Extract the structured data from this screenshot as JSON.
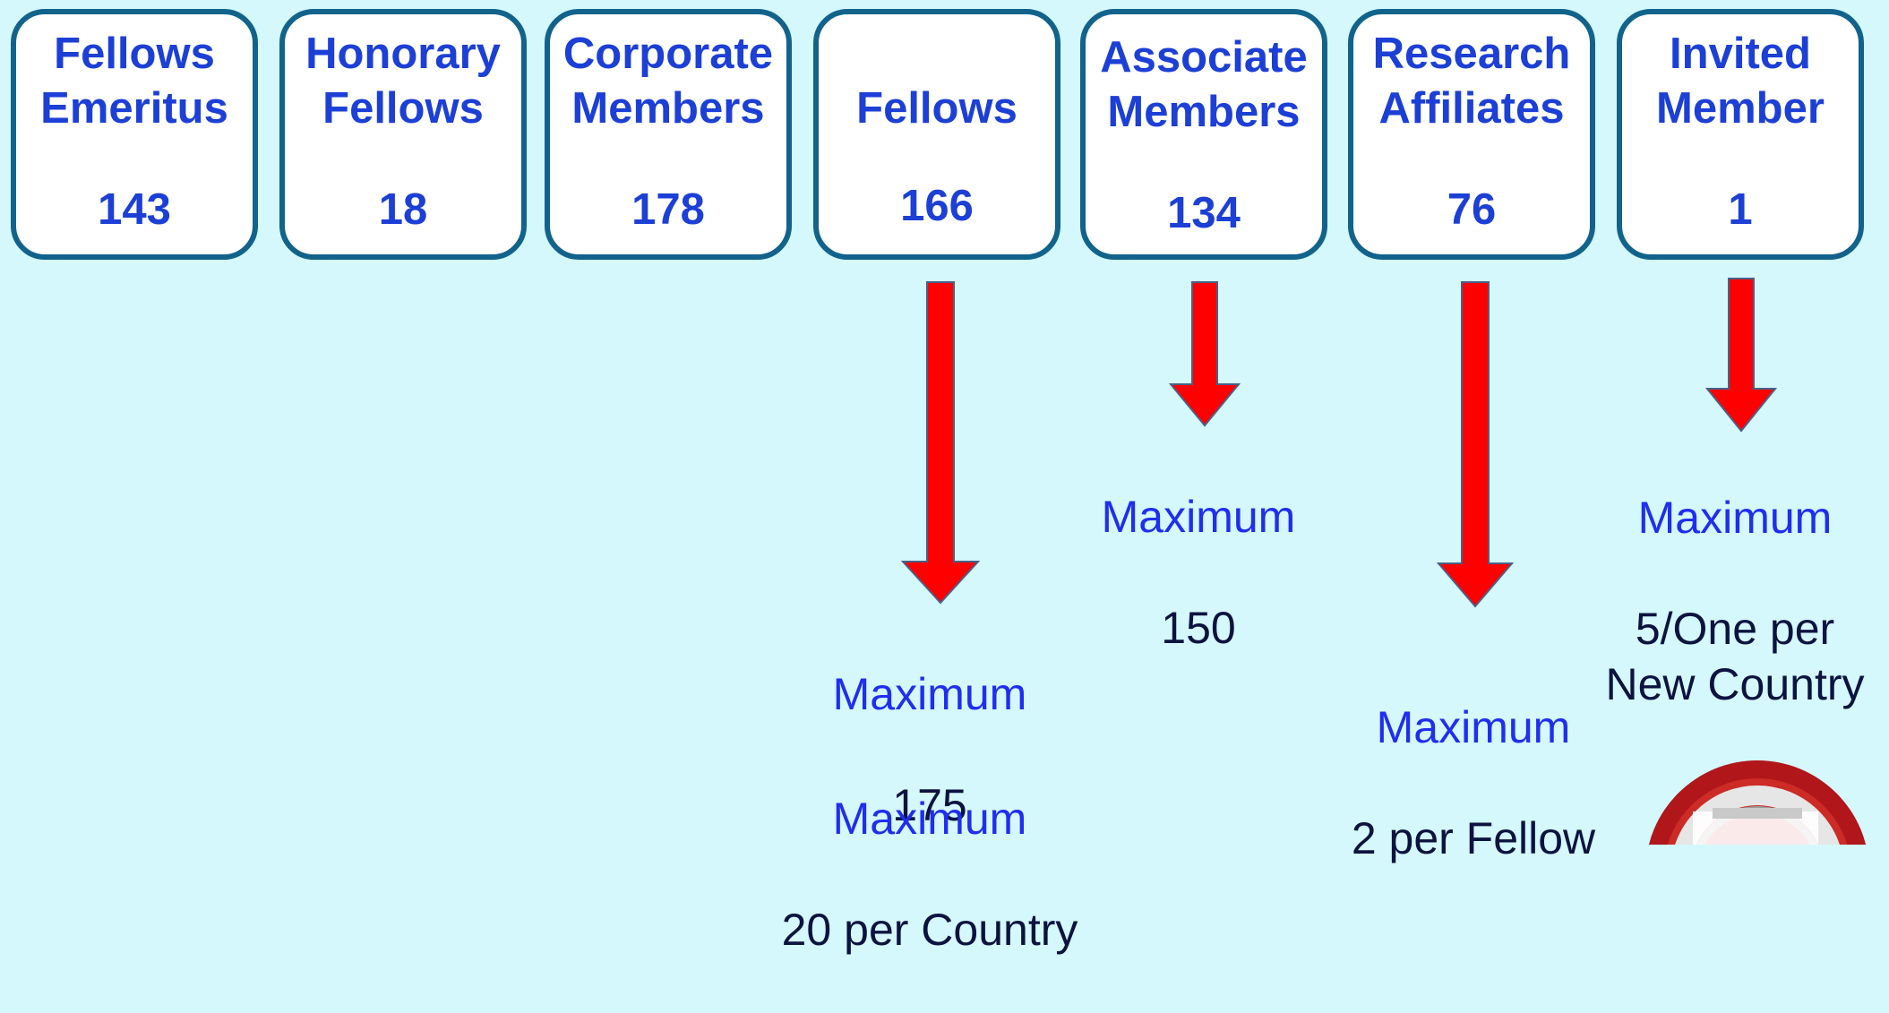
{
  "colors": {
    "background": "#d4f8fb",
    "box_border": "#12638c",
    "box_text": "#1c3fd6",
    "arrow_fill": "#ff0000",
    "caption_heading": "#1f2ef0",
    "caption_value": "#0c1340"
  },
  "categories": [
    {
      "title": "Fellows\nEmeritus",
      "count": "143"
    },
    {
      "title": "Honorary\nFellows",
      "count": "18"
    },
    {
      "title": "Corporate\nMembers",
      "count": "178"
    },
    {
      "title": "Fellows",
      "count": "166"
    },
    {
      "title": "Associate\nMembers",
      "count": "134"
    },
    {
      "title": "Research\nAffiliates",
      "count": "76"
    },
    {
      "title": "Invited\nMember",
      "count": "1"
    }
  ],
  "limits": {
    "fellows": {
      "heading": "Maximum",
      "value": "175",
      "heading_2": "Maximum",
      "value_2": "20 per Country"
    },
    "associate_members": {
      "heading": "Maximum",
      "value": "150"
    },
    "research_affiliates": {
      "heading": "Maximum",
      "value": "2 per Fellow"
    },
    "invited_member": {
      "heading": "Maximum",
      "value": "5/One per\nNew Country"
    }
  },
  "logo_icon": "logo-badge-icon"
}
